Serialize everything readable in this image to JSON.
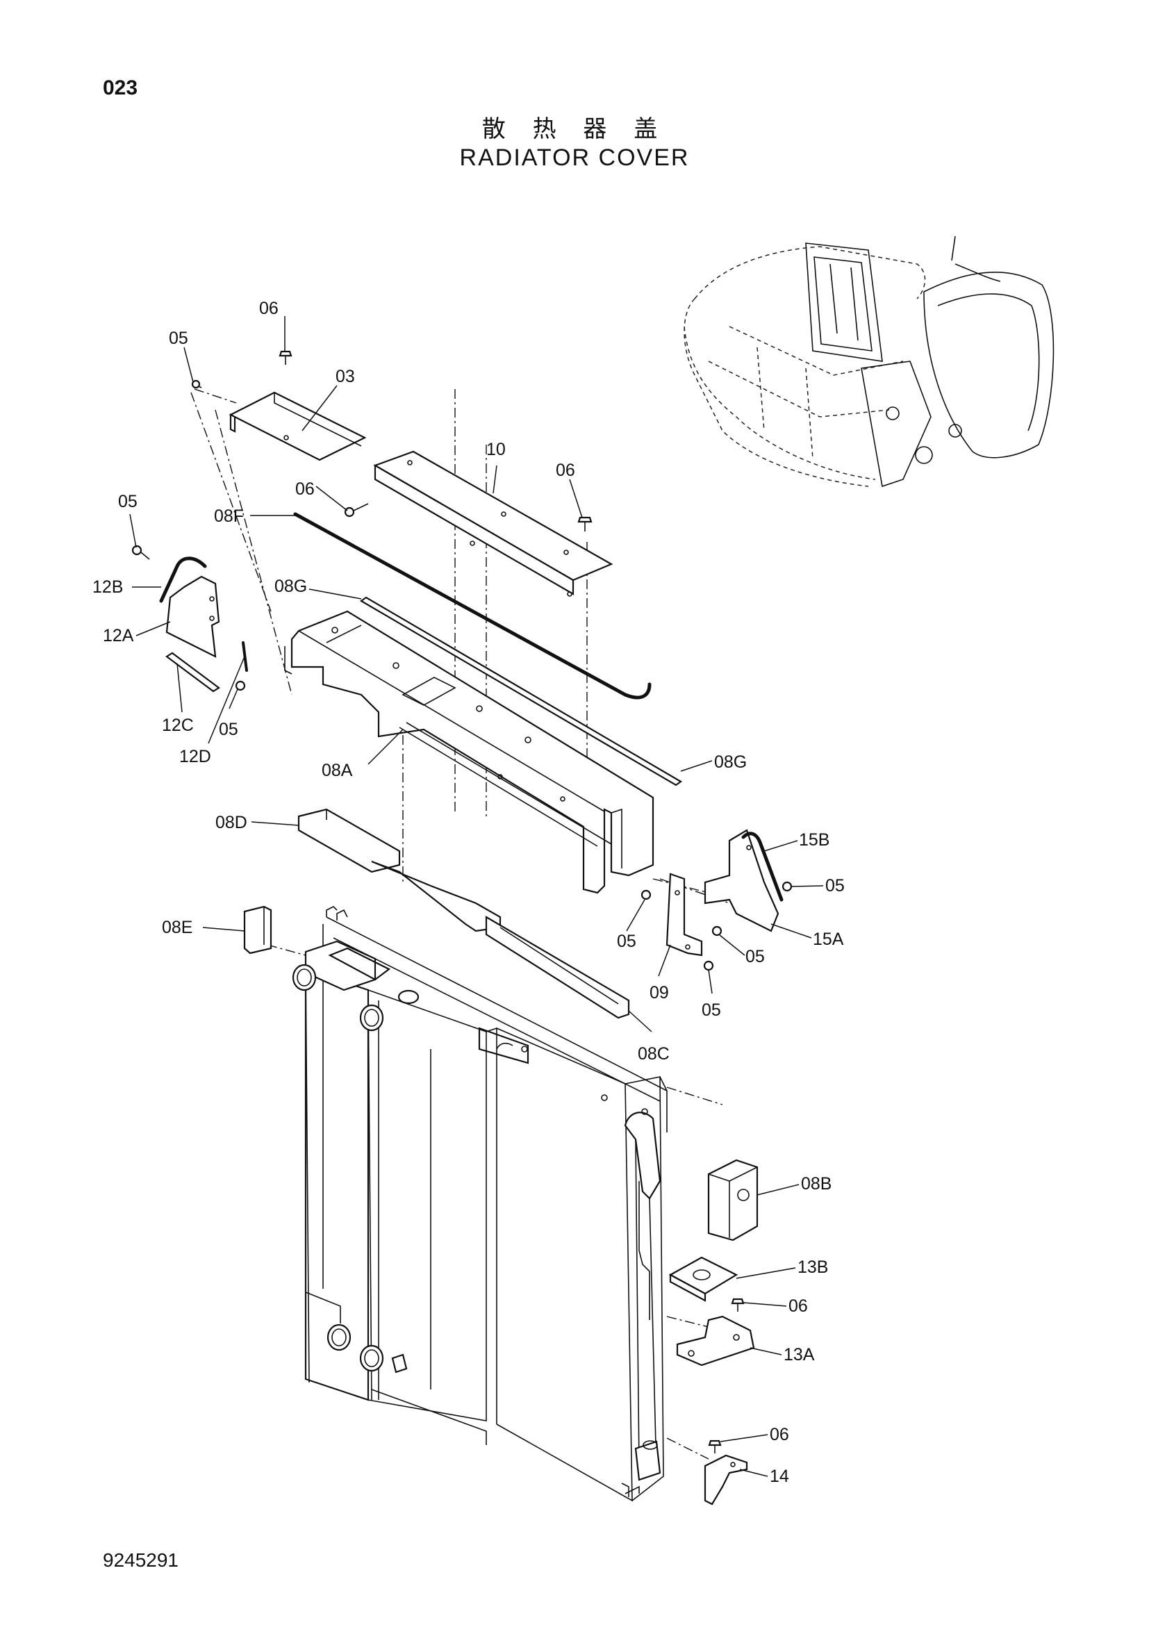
{
  "page_number": "023",
  "title_cn": "散 热 器 盖",
  "title_en": "RADIATOR COVER",
  "doc_number": "9245291",
  "callouts": {
    "c03": "03",
    "c05_top": "05",
    "c06_top": "06",
    "c10": "10",
    "c06_mid_left": "06",
    "c06_mid_right": "06",
    "c05_left": "05",
    "c08F": "08F",
    "c12B": "12B",
    "c08G_top": "08G",
    "c12A": "12A",
    "c12C": "12C",
    "c05_12": "05",
    "c12D": "12D",
    "c08A": "08A",
    "c08G_right": "08G",
    "c08D": "08D",
    "c15B": "15B",
    "c05_15": "05",
    "c08E": "08E",
    "c15A": "15A",
    "c05_09a": "05",
    "c05_09b": "05",
    "c09": "09",
    "c05_09c": "05",
    "c08C": "08C",
    "c08B": "08B",
    "c13B": "13B",
    "c06_13": "06",
    "c13A": "13A",
    "c06_14": "06",
    "c14": "14"
  }
}
